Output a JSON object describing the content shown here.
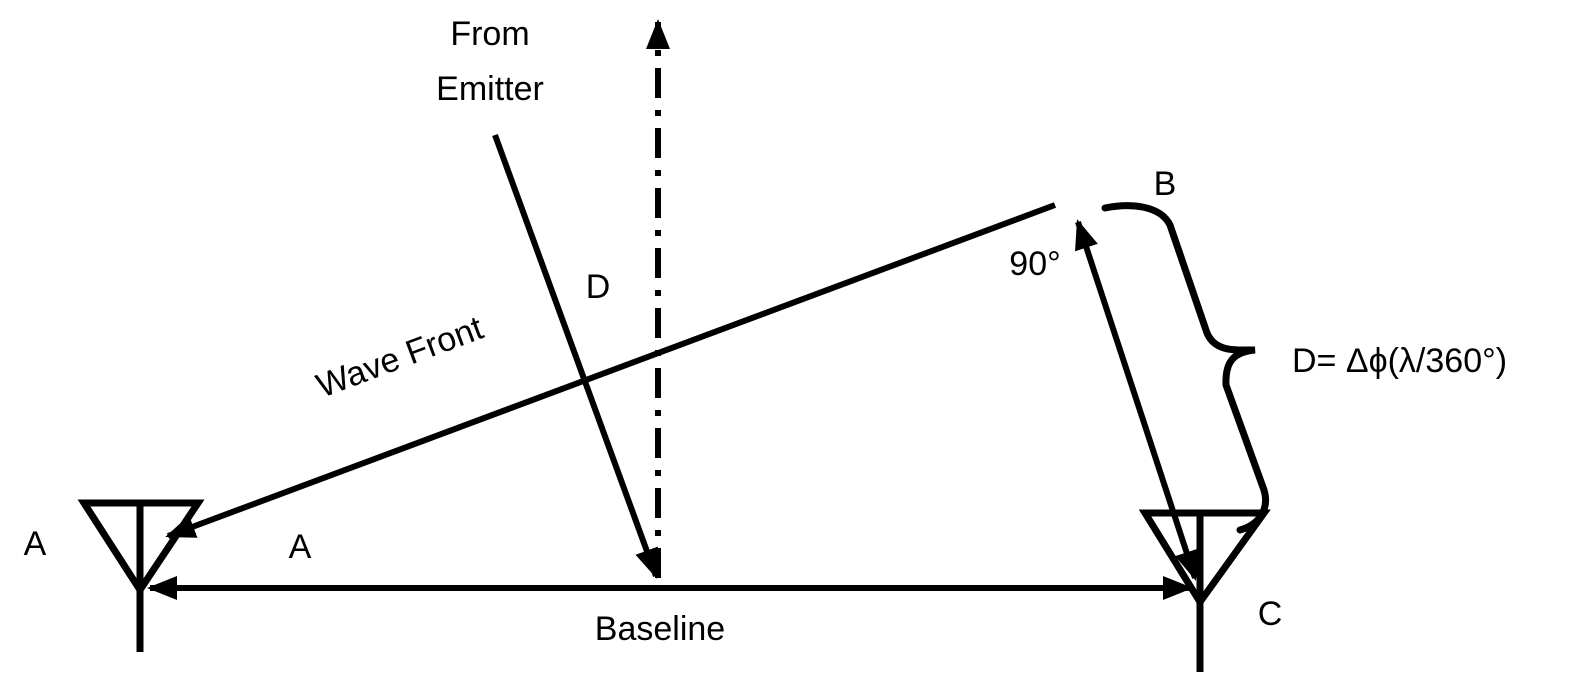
{
  "labels": {
    "from": "From",
    "emitter": "Emitter",
    "b": "B",
    "d": "D",
    "angle": "90°",
    "formula": "D= Δϕ(λ/360°)",
    "wave_front": "Wave Front",
    "a_left": "A",
    "a_angle": "A",
    "baseline": "Baseline",
    "c": "C"
  },
  "colors": {
    "ink": "#000000",
    "background": "#ffffff"
  }
}
